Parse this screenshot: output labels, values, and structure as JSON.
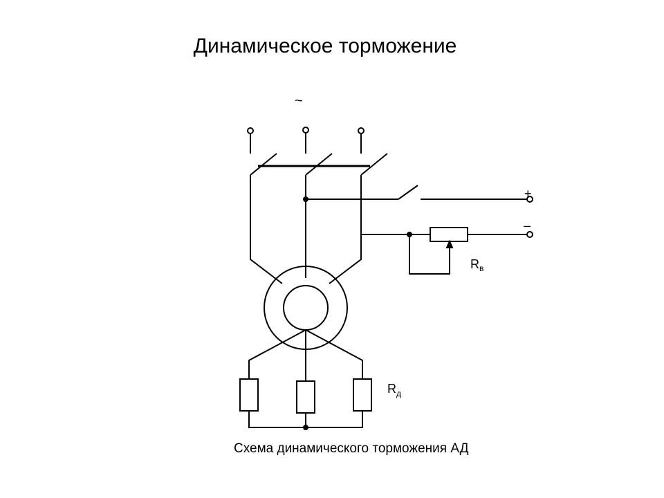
{
  "title": "Динамическое торможение",
  "caption": "Схема динамического торможения АД",
  "labels": {
    "ac_symbol": "~",
    "plus": "+",
    "minus": "–",
    "rheostat_r": "R",
    "rheostat_sub": "в",
    "stator_r": "R",
    "stator_sub": "д"
  },
  "colors": {
    "line": "#000000",
    "background": "#ffffff"
  }
}
